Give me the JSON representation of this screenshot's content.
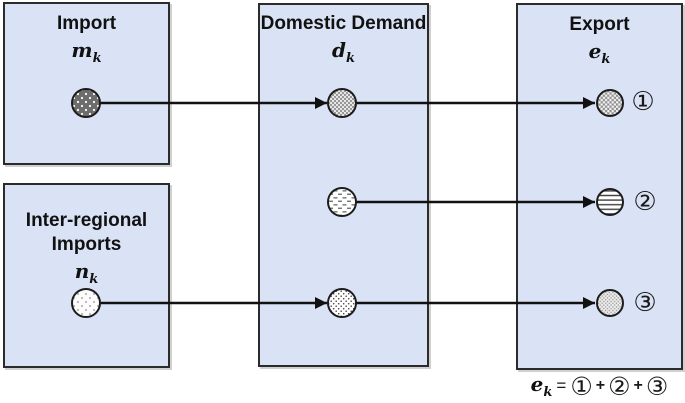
{
  "boxes": {
    "import": {
      "title": "Import",
      "symbol": {
        "base": "m",
        "sub": "k"
      }
    },
    "interregional": {
      "title_line1": "Inter-regional",
      "title_line2": "Imports",
      "symbol": {
        "base": "n",
        "sub": "k"
      }
    },
    "domestic": {
      "title": "Domestic Demand",
      "symbol": {
        "base": "d",
        "sub": "k"
      }
    },
    "export": {
      "title": "Export",
      "symbol": {
        "base": "e",
        "sub": "k"
      }
    }
  },
  "flow_labels": [
    "①",
    "②",
    "③"
  ],
  "flows": [
    {
      "label": "①",
      "route": "Import → Domestic Demand → Export"
    },
    {
      "label": "②",
      "route": "Domestic Demand → Export"
    },
    {
      "label": "③",
      "route": "Inter-regional Imports → Domestic Demand → Export"
    }
  ],
  "nodes": {
    "import": "dark-sparse-white-dots",
    "interregional": "white-sparse-gray-dots",
    "domestic_row1": "gray-dense-white-mesh",
    "domestic_row2": "white-horizontal-dashes",
    "domestic_row3": "white-small-dots",
    "export_row1": "gray-trellis-mesh",
    "export_row2": "white-horizontal-lines",
    "export_row3": "light-dense-dots"
  },
  "equation": {
    "lhs_base": "e",
    "lhs_sub": "k",
    "equals": "=",
    "terms": [
      "①",
      "②",
      "③"
    ],
    "plus": "+"
  },
  "colors": {
    "box_fill": "#dae3f5",
    "box_border": "#2b2b2b",
    "arrow": "#111111",
    "text": "#1a1a1a"
  }
}
